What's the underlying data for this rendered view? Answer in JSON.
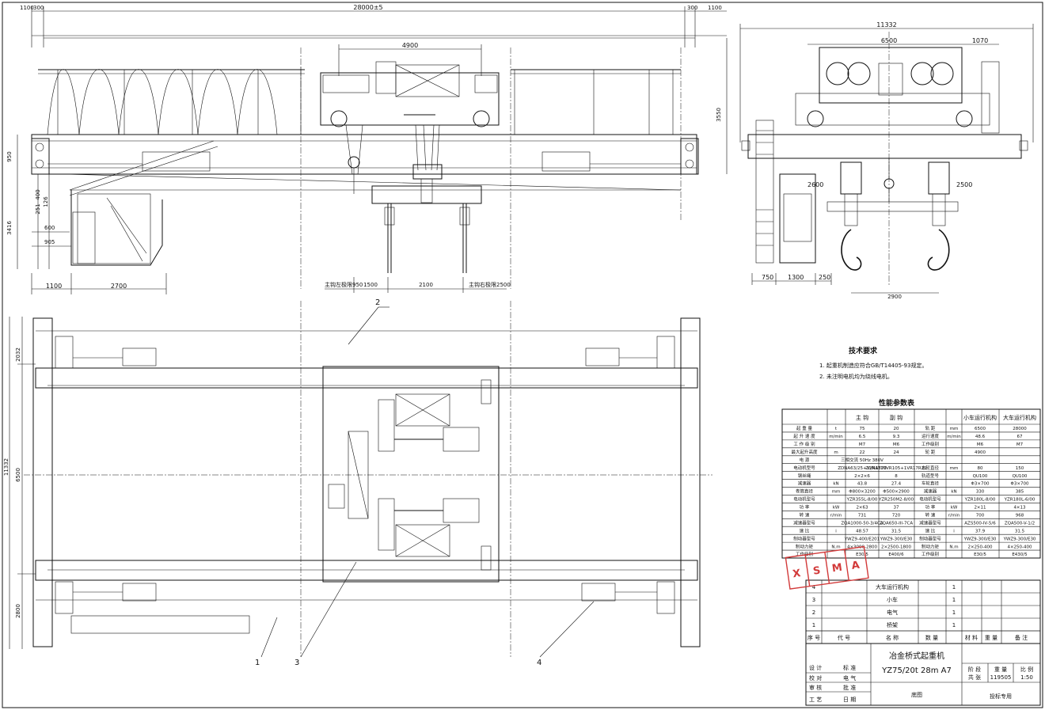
{
  "dimensions": {
    "span_top": "28000±5",
    "left_300": "300",
    "left_1100": "1100",
    "right_300": "300",
    "right_1100": "1100",
    "trolley_4900": "4900",
    "height_3550": "3550",
    "height_950": "950",
    "height_3416": "3416",
    "dim_400": "400",
    "dim_251": "251",
    "dim_126": "126",
    "dim_600": "600",
    "dim_905": "905",
    "bottom_1100": "1100",
    "bottom_2700": "2700",
    "bottom_950": "主钩左极限950",
    "bottom_1500": "1500",
    "bottom_2100": "2100",
    "bottom_2500": "主钩右极限2500",
    "side_11332": "11332",
    "side_6500": "6500",
    "side_1070": "1070",
    "side_2600": "2600",
    "side_2500": "2500",
    "side_750": "750",
    "side_1300": "1300",
    "side_250": "250",
    "side_2900": "2900",
    "plan_2032": "2032",
    "plan_11332": "11332",
    "plan_6500": "6500",
    "plan_2800": "2800"
  },
  "callouts": [
    "1",
    "2",
    "3",
    "4"
  ],
  "tech_requirements": {
    "title": "技术要求",
    "lines": [
      "1. 起重机制造应符合GB/T14405-93规定。",
      "2. 未注明电机均为绕线电机。"
    ]
  },
  "perf_table": {
    "title": "性能参数表",
    "col_main": "主 钩",
    "col_aux": "副 钩",
    "col_trolley": "小车运行机构",
    "col_crane": "大车运行机构",
    "rows_left": [
      [
        "起 重 量",
        "t",
        "75",
        "20"
      ],
      [
        "起 升 速 度",
        "m/min",
        "6.5",
        "9.3"
      ],
      [
        "工 作 级 别",
        "",
        "M7",
        "M6"
      ],
      [
        "最大起升高度",
        "m",
        "22",
        "24"
      ],
      [
        "电 源",
        "",
        "三相交流 50Hz 380V",
        ""
      ],
      [
        "电动机型号",
        "",
        "ZDNA63/25+1VR1870",
        "ZQNAT10VR105+1VR17R21"
      ],
      [
        "钢丝绳",
        "",
        "2×2×6",
        "8"
      ],
      [
        "减速器",
        "kN",
        "43.8",
        "27.4"
      ],
      [
        "卷筒直径",
        "mm",
        "Φ800×3200",
        "Φ500×2900"
      ],
      [
        "电动机型号",
        "",
        "YZR355L-8/00",
        "YZR250M2-8/00"
      ],
      [
        "功 率",
        "kW",
        "2×63",
        "37"
      ],
      [
        "转 速",
        "r/min",
        "731",
        "720"
      ],
      [
        "减速器型号",
        "",
        "ZQA1000-50-3/4CA",
        "ZQA650-III-7CA"
      ],
      [
        "速 比",
        "i",
        "48.57",
        "31.5"
      ],
      [
        "制动器型号",
        "",
        "YWZ9-400/E201",
        "YWZ9-300/E30"
      ],
      [
        "制动力矩",
        "N.m",
        "4×3000-2800",
        "2×2500-1800"
      ],
      [
        "工作级别",
        "",
        "E30/5",
        "E400/6"
      ]
    ],
    "rows_right": [
      [
        "轨 距",
        "mm",
        "6500",
        "28000"
      ],
      [
        "运行速度",
        "m/min",
        "48.6",
        "67"
      ],
      [
        "工作级别",
        "",
        "M6",
        "M7"
      ],
      [
        "轮 距",
        "",
        "4900",
        ""
      ],
      [
        "",
        "",
        "",
        ""
      ],
      [
        "车轮直径",
        "mm",
        "80",
        "150"
      ],
      [
        "轨道型号",
        "",
        "QU100",
        "QU100"
      ],
      [
        "车轮直径",
        "",
        "Φ3×700",
        "Φ3×700"
      ],
      [
        "减速器",
        "kN",
        "330",
        "385"
      ],
      [
        "电动机型号",
        "",
        "YZR180L-8/00",
        "YZR180L-6/00"
      ],
      [
        "功 率",
        "kW",
        "2×11",
        "4×13"
      ],
      [
        "转 速",
        "r/min",
        "700",
        "968"
      ],
      [
        "减速器型号",
        "",
        "AZS500-IV-5/6",
        "ZQA500-V-1/2"
      ],
      [
        "速 比",
        "i",
        "37.9",
        "31.5"
      ],
      [
        "制动器型号",
        "",
        "YWZ9-300/E30",
        "YWZ9-300/E30"
      ],
      [
        "制动力矩",
        "N.m",
        "2×250-400",
        "4×250-400"
      ],
      [
        "工作级别",
        "",
        "E30/5",
        "E430/5"
      ]
    ]
  },
  "parts_list": [
    [
      "4",
      "大车运行机构",
      "1"
    ],
    [
      "3",
      "小车",
      "1"
    ],
    [
      "2",
      "电气",
      "1"
    ],
    [
      "1",
      "桥架",
      "1"
    ]
  ],
  "parts_header": [
    "序 号",
    "代 号",
    "名 称",
    "数 量",
    "材 料",
    "重 量",
    "备 注"
  ],
  "title_block": {
    "name": "冶金桥式起重机",
    "model": "YZ75/20t 28m A7",
    "sheet_label": "共 张",
    "weight_label": "重 量",
    "weight_value": "119505",
    "scale_label": "比 例",
    "scale_value": "1:50",
    "stage_label": "阶 段",
    "design": "设 计",
    "check": "校 对",
    "review": "审 核",
    "process": "工 艺",
    "standard": "标 准",
    "electrical": "电 气",
    "approve": "批 准",
    "date_label": "日 期",
    "usage": "投标专用",
    "footer_mid": "底图"
  },
  "stamp": [
    "X",
    "S",
    "M",
    "A"
  ]
}
